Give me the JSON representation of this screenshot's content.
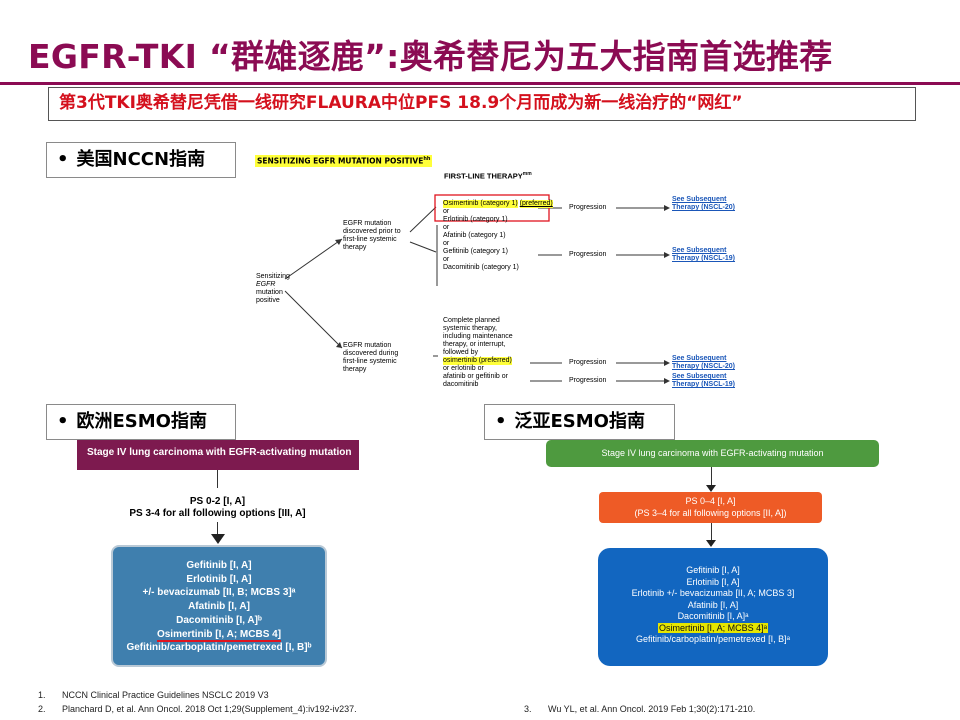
{
  "title": "EGFR-TKI “群雄逐鹿”:奥希替尼为五大指南首选推荐",
  "banner": "第3代TKI奥希替尼凭借一线研究FLAURA中位PFS 18.9个月而成为新一线治疗的“网红”",
  "sections": {
    "nccn": "美国NCCN指南",
    "esmo": "欧洲ESMO指南",
    "pan_asian": "泛亚ESMO指南"
  },
  "nccn": {
    "tag": "SENSITIZING EGFR MUTATION POSITIVE",
    "tag_sup": "hh",
    "first_line_header": "FIRST-LINE THERAPY",
    "first_line_sup": "mm",
    "root": [
      "Sensitizing",
      "EGFR",
      "mutation",
      "positive"
    ],
    "branch_top": [
      "EGFR mutation",
      "discovered prior to",
      "first-line systemic",
      "therapy"
    ],
    "branch_bottom": [
      "EGFR mutation",
      "discovered during",
      "first-line systemic",
      "therapy"
    ],
    "top_options": [
      "Osimertinib (category 1)",
      "(preferred)",
      "or",
      "Erlotinib (category 1)",
      "or",
      "Afatinib (category 1)",
      "or",
      "Gefitinib (category 1)",
      "or",
      "Dacomitinib (category 1)"
    ],
    "bottom_options": [
      "Complete planned",
      "systemic therapy,",
      "including maintenance",
      "therapy, or interrupt,",
      "followed by",
      "osimertinib (preferred)",
      "or erlotinib or",
      "afatinib or gefitinib or",
      "dacomitinib"
    ],
    "progression": "Progression",
    "see_links": [
      [
        "See Subsequent",
        "Therapy (NSCL-20)"
      ],
      [
        "See Subsequent",
        "Therapy (NSCL-19)"
      ],
      [
        "See Subsequent",
        "Therapy (NSCL-20)"
      ],
      [
        "See Subsequent",
        "Therapy (NSCL-19)"
      ]
    ]
  },
  "esmo": {
    "header": "Stage IV lung carcinoma with EGFR-activating mutation",
    "ps_lines": [
      "PS 0-2 [I, A]",
      "PS 3-4 for all following options [III, A]"
    ],
    "options": [
      "Gefitinib [I, A]",
      "Erlotinib [I, A]",
      "+/- bevacizumab [II, B; MCBS 3]ᵃ",
      "Afatinib [I, A]",
      "Dacomitinib [I, A]ᵇ",
      "Osimertinib [I, A; MCBS 4]",
      "Gefitinib/carboplatin/pemetrexed [I, B]ᵇ"
    ]
  },
  "pan_asian": {
    "header": "Stage IV lung carcinoma with EGFR-activating mutation",
    "ps_lines": [
      "PS 0–4 [I, A]",
      "(PS 3–4 for all following options [II, A])"
    ],
    "options": [
      "Gefitinib [I, A]",
      "Erlotinib [I, A]",
      "Erlotinib +/- bevacizumab [II, A; MCBS 3]",
      "Afatinib [I, A]",
      "Dacomitinib [I, A]ᵃ",
      "Osimertinib [I, A; MCBS 4]ᵃ",
      "Gefitinib/carboplatin/pemetrexed [I, B]ᵃ"
    ]
  },
  "references": [
    {
      "num": "1.",
      "text": "NCCN Clinical Practice Guidelines NSCLC 2019 V3"
    },
    {
      "num": "2.",
      "text": "Planchard D, et al. Ann Oncol. 2018 Oct 1;29(Supplement_4):iv192-iv237."
    },
    {
      "num": "3.",
      "text": "Wu YL, et al. Ann Oncol. 2019 Feb 1;30(2):171-210."
    }
  ],
  "colors": {
    "title": "#8b0b53",
    "banner_text": "#d4101d",
    "esmo_header": "#7d1a4f",
    "esmo_box": "#3f7fae",
    "pan_asian_header": "#4e9a3f",
    "pan_asian_ps": "#ee5b26",
    "pan_asian_box": "#1266c0",
    "highlight": "#e6e600"
  }
}
